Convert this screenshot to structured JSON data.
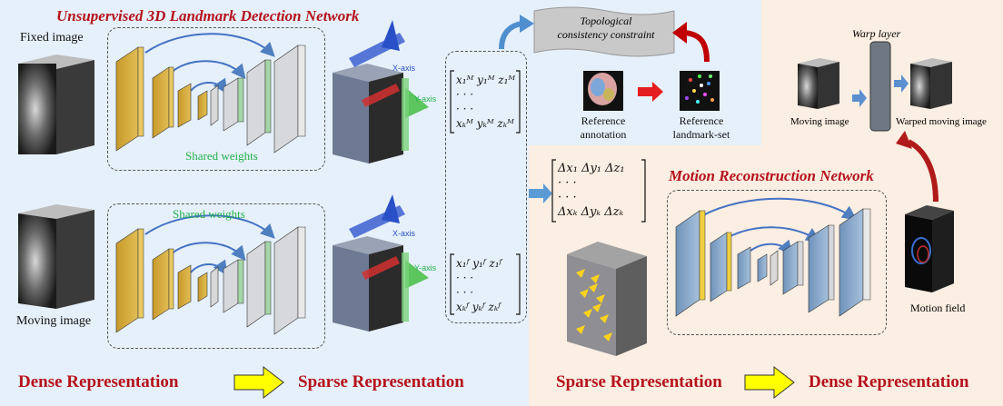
{
  "left_section": {
    "title": "Unsupervised 3D Landmark Detection Network",
    "fixed_image_label": "Fixed image",
    "moving_image_label": "Moving image",
    "shared_weights_top": "Shared weights",
    "shared_weights_bottom": "Shared weights",
    "x_axis_label": "X-axis",
    "y_axis_label": "Y-axis"
  },
  "matrices": {
    "moving_rows": [
      "x₁ᴹ   y₁ᴹ   z₁ᴹ",
      "·        ·        ·",
      "·        ·        ·",
      "xₖᴹ   yₖᴹ   zₖᴹ"
    ],
    "fixed_rows": [
      "x₁ᶠ   y₁ᶠ   z₁ᶠ",
      "·        ·        ·",
      "·        ·        ·",
      "xₖᶠ   yₖᶠ   zₖᶠ"
    ],
    "delta_rows": [
      "Δx₁   Δy₁   Δz₁",
      "·        ·        ·",
      "·        ·        ·",
      "Δxₖ   Δyₖ   Δzₖ"
    ]
  },
  "constraint": {
    "text_line1": "Topological",
    "text_line2": "consistency constraint",
    "reference_annotation_line1": "Reference",
    "reference_annotation_line2": "annotation",
    "reference_landmark_line1": "Reference",
    "reference_landmark_line2": "landmark-set"
  },
  "warp": {
    "title": "Warp layer",
    "moving_image_label": "Moving image",
    "warped_label": "Warped moving image"
  },
  "right_section": {
    "title": "Motion Reconstruction Network",
    "motion_field_label": "Motion field"
  },
  "bottom": {
    "left_from": "Dense Representation",
    "left_to": "Sparse Representation",
    "right_from": "Sparse Representation",
    "right_to": "Dense Representation"
  },
  "colors": {
    "title_red": "#b5121b",
    "encoder_gold": "#d4aa3a",
    "decoder_gray": "#d6d8db",
    "green_accent": "#22b14c",
    "blue_block": "#8aa9c9",
    "arrow_yellow": "#ffff00",
    "arrow_blue": "#5b9bd5",
    "arrow_red": "#c00000"
  }
}
